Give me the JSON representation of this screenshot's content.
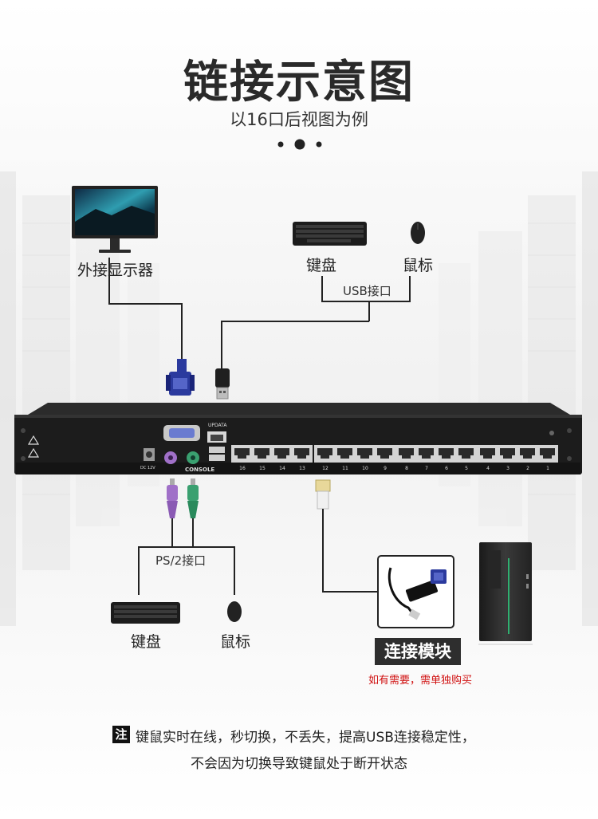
{
  "header": {
    "title": "链接示意图",
    "subtitle": "以16口后视图为例"
  },
  "labels": {
    "monitor": "外接显示器",
    "usb_keyboard": "键盘",
    "usb_mouse": "鼠标",
    "usb_port": "USB接口",
    "ps2_port": "PS/2接口",
    "ps2_keyboard": "键盘",
    "ps2_mouse": "鼠标"
  },
  "device": {
    "upgrade_label": "UPDATA",
    "console_label": "CONSOLE",
    "power_label": "DC 12V",
    "port_numbers": [
      "16",
      "15",
      "14",
      "13",
      "12",
      "11",
      "10",
      "9",
      "8",
      "7",
      "6",
      "5",
      "4",
      "3",
      "2",
      "1"
    ]
  },
  "module": {
    "title": "连接模块",
    "note": "如有需要，需单独购买"
  },
  "footer": {
    "badge": "注",
    "line1": "键鼠实时在线，秒切换，不丢失，提高USB连接稳定性，",
    "line2": "不会因为切换导致键鼠处于断开状态"
  },
  "colors": {
    "device_body": "#1c1c1c",
    "vga_blue": "#2b3a9e",
    "ps2_purple": "#a070c8",
    "ps2_green": "#3aa070",
    "note_red": "#d01010",
    "module_tag_bg": "#2e2e2e"
  }
}
